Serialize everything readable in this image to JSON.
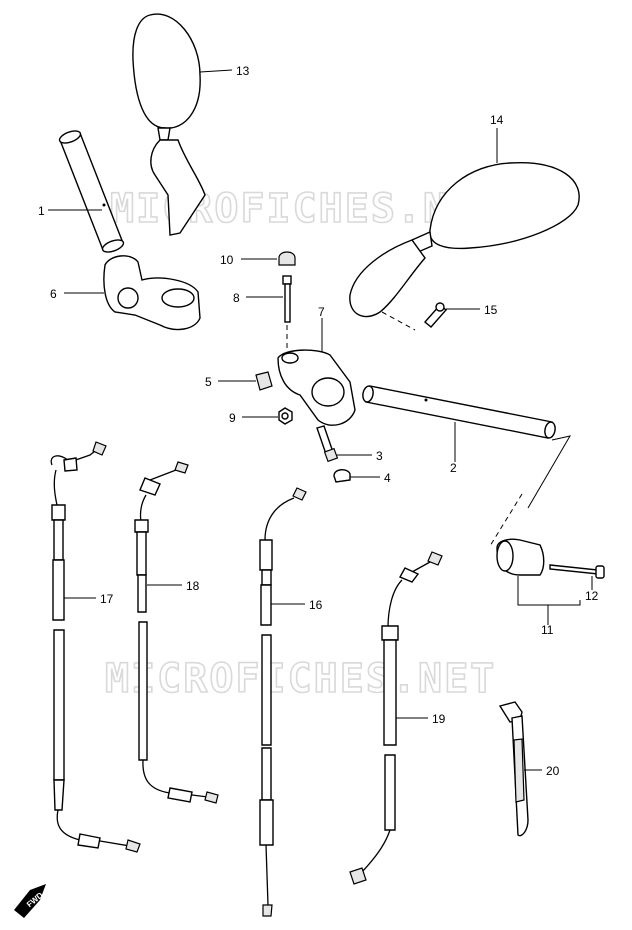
{
  "watermark": "MICROFICHES.NET",
  "fwd_label": "FWD",
  "callouts": [
    {
      "id": "1",
      "text": "1"
    },
    {
      "id": "2",
      "text": "2"
    },
    {
      "id": "3",
      "text": "3"
    },
    {
      "id": "4",
      "text": "4"
    },
    {
      "id": "5",
      "text": "5"
    },
    {
      "id": "6",
      "text": "6"
    },
    {
      "id": "7",
      "text": "7"
    },
    {
      "id": "8",
      "text": "8"
    },
    {
      "id": "9",
      "text": "9"
    },
    {
      "id": "10",
      "text": "10"
    },
    {
      "id": "11",
      "text": "11"
    },
    {
      "id": "12",
      "text": "12"
    },
    {
      "id": "13",
      "text": "13"
    },
    {
      "id": "14",
      "text": "14"
    },
    {
      "id": "15",
      "text": "15"
    },
    {
      "id": "16",
      "text": "16"
    },
    {
      "id": "17",
      "text": "17"
    },
    {
      "id": "18",
      "text": "18"
    },
    {
      "id": "19",
      "text": "19"
    },
    {
      "id": "20",
      "text": "20"
    }
  ]
}
